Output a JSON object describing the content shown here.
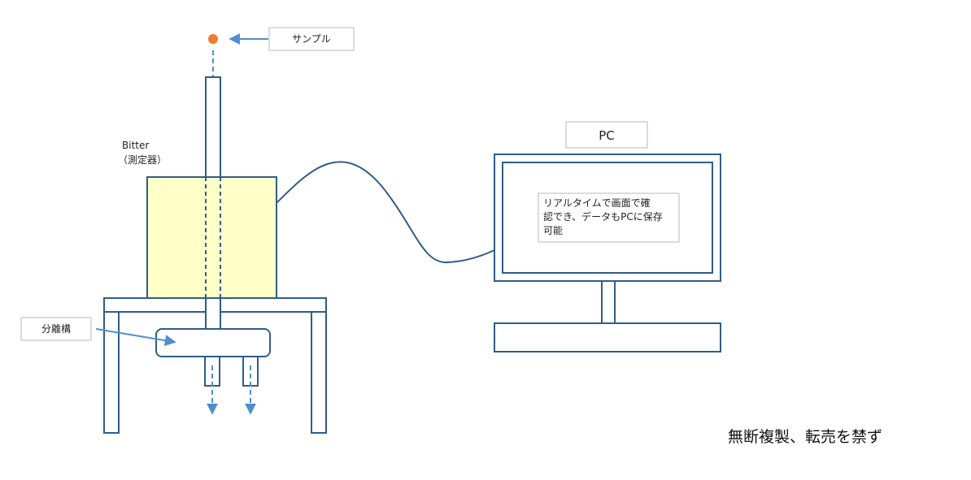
{
  "labels": {
    "sample": "サンプル",
    "bitter_line1": "Bitter",
    "bitter_line2": "（測定器）",
    "separator": "分離構",
    "pc": "PC",
    "screen_line1": "リアルタイムで画面で確",
    "screen_line2": "認でき、データもPCに保存",
    "screen_line3": "可能",
    "notice": "無断複製、転売を禁ず"
  },
  "colors": {
    "outline": "#2f5c8a",
    "arrow": "#4f8fcf",
    "sample_dot": "#ed7d31",
    "instrument_fill": "#ffffc8",
    "label_border": "#b8b8b8"
  }
}
